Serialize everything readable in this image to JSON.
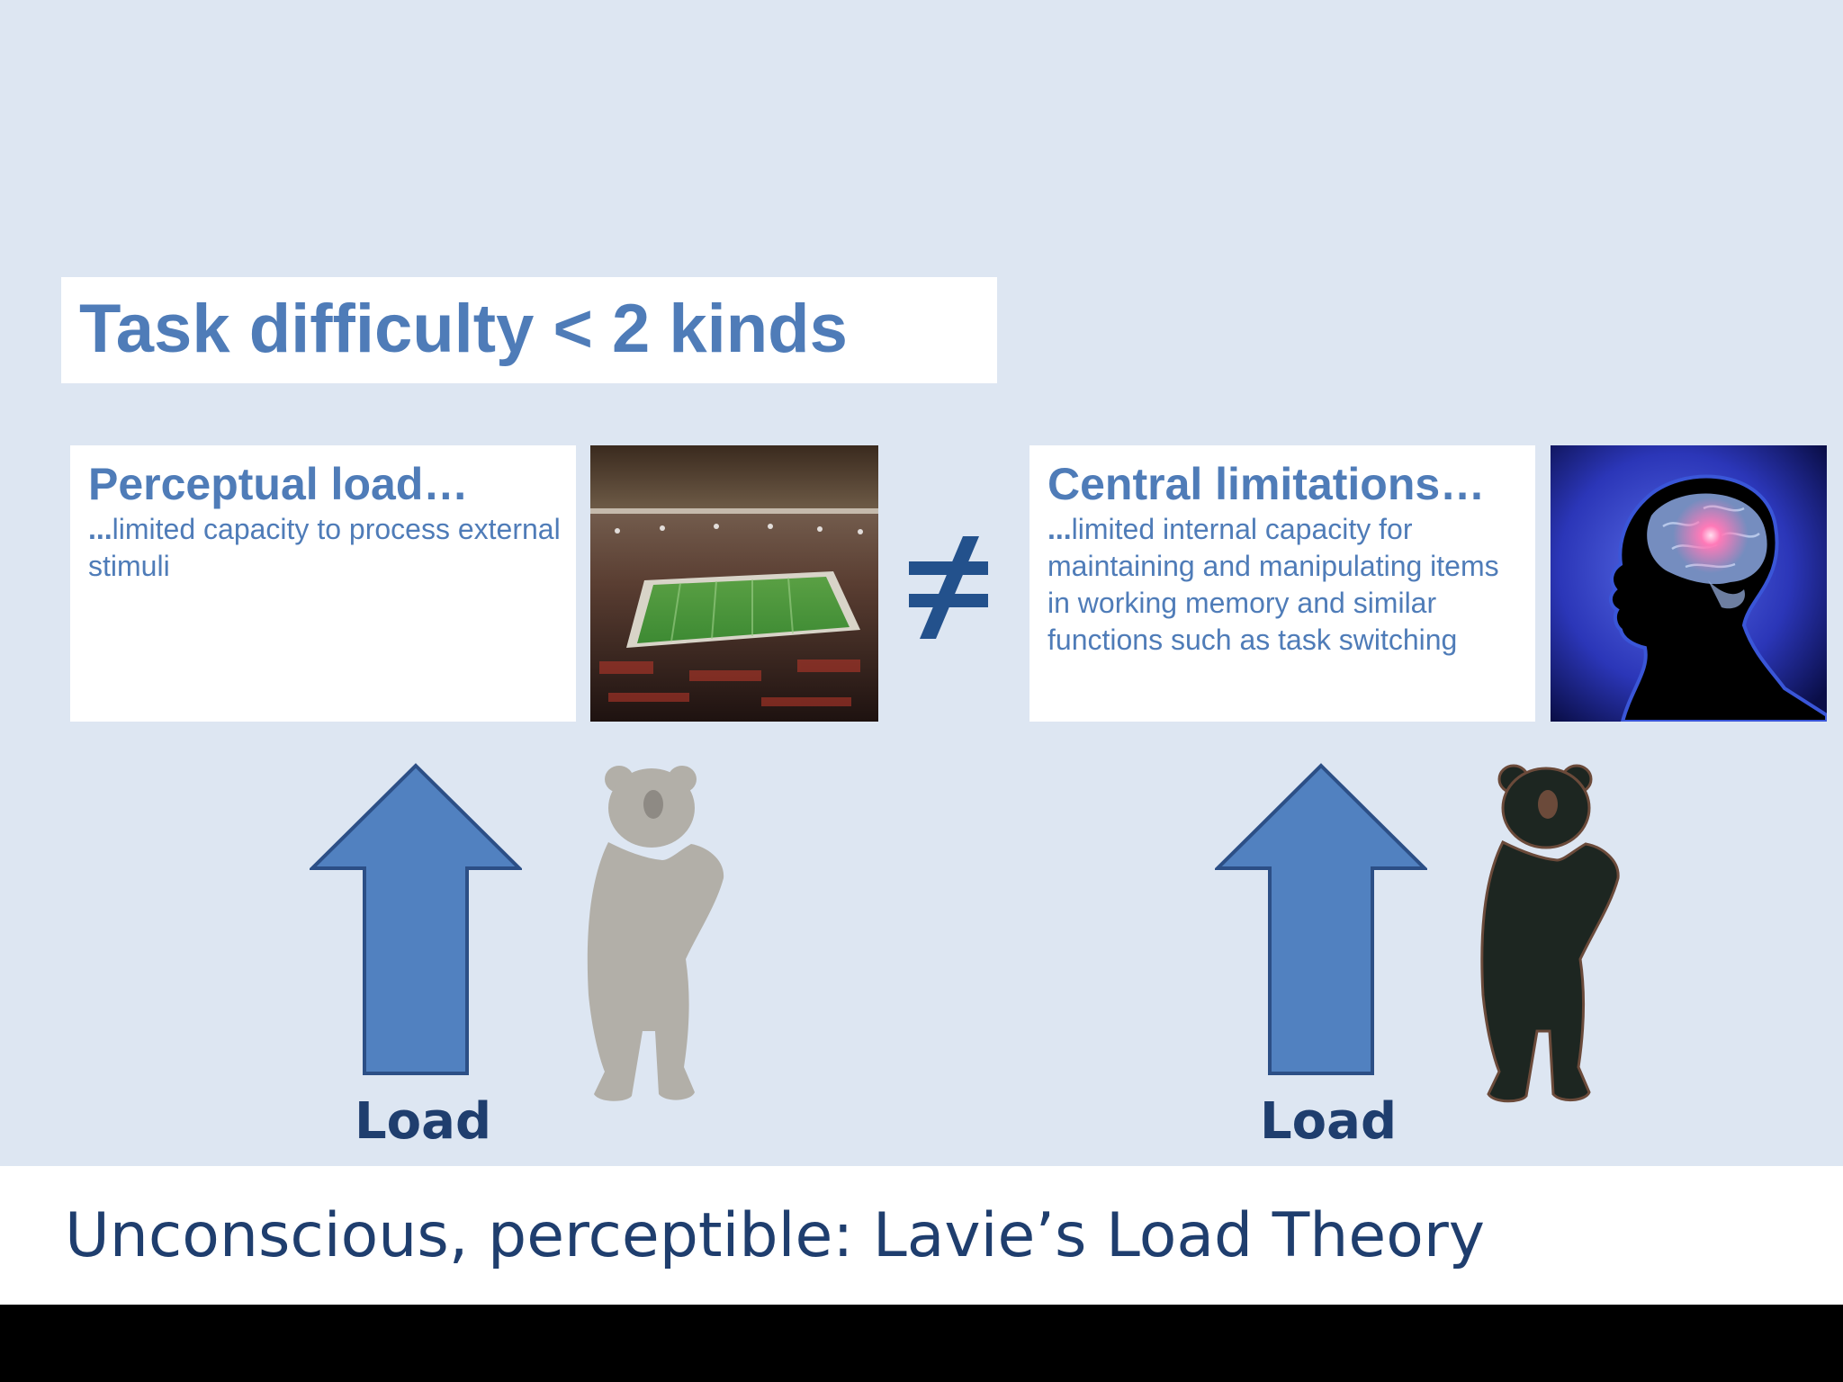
{
  "slide": {
    "title": "Task difficulty < 2 kinds",
    "neq_symbol": "≠",
    "left_card": {
      "heading": "Perceptual load…",
      "body_prefix": "...",
      "body": "limited capacity to process external stimuli"
    },
    "right_card": {
      "heading": "Central limitations…",
      "body_prefix": "...",
      "body": "limited internal capacity for maintaining and manipulating items in working memory and similar functions such as task switching"
    },
    "left_load_label": "Load",
    "right_load_label": "Load",
    "footer": "Unconscious, perceptible: Lavie’s Load Theory"
  },
  "colors": {
    "background": "#dde6f2",
    "heading_blue": "#4f7cb8",
    "dark_blue": "#1f3e6e",
    "arrow_fill": "#5181c0",
    "arrow_stroke": "#2c4f86",
    "bear_light": "#b2afa8",
    "bear_dark": "#1d2621"
  },
  "icons": {
    "arrow": "up-arrow-icon",
    "figure": "bear-costume-figure-icon",
    "not_equal": "not-equal-icon"
  }
}
